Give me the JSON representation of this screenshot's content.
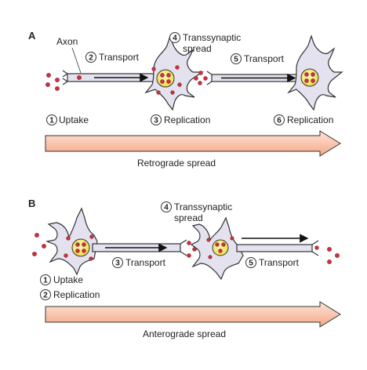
{
  "panel_a": {
    "letter": "A",
    "axon_label": "Axon",
    "steps": [
      {
        "num": "1",
        "label": "Uptake"
      },
      {
        "num": "2",
        "label": "Transport"
      },
      {
        "num": "3",
        "label": "Replication"
      },
      {
        "num": "4",
        "label_line1": "Transsynaptic",
        "label_line2": "spread"
      },
      {
        "num": "5",
        "label": "Transport"
      },
      {
        "num": "6",
        "label": "Replication"
      }
    ],
    "arrow_label": "Retrograde spread"
  },
  "panel_b": {
    "letter": "B",
    "steps": [
      {
        "num": "1",
        "label": "Uptake"
      },
      {
        "num": "2",
        "label": "Replication"
      },
      {
        "num": "3",
        "label": "Transport"
      },
      {
        "num": "4",
        "label_line1": "Transsynaptic",
        "label_line2": "spread"
      },
      {
        "num": "5",
        "label": "Transport"
      }
    ],
    "arrow_label": "Anterograde spread"
  },
  "colors": {
    "arrow_fill_top": "#fde3d6",
    "arrow_fill_bottom": "#f4a888",
    "axon_fill": "#e4e2ee",
    "nucleus_fill": "#f3e66a",
    "particle_fill": "#d0313f",
    "outline": "#333333"
  }
}
